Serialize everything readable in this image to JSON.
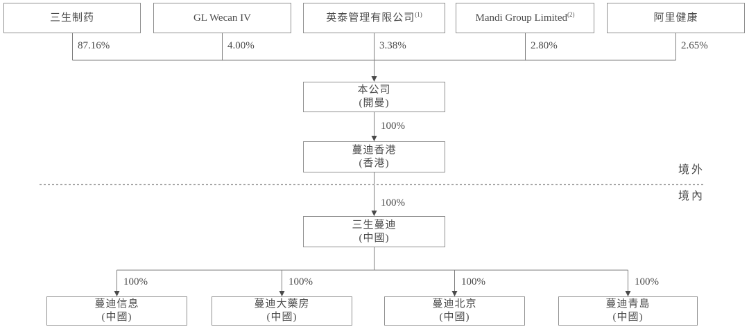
{
  "diagram": {
    "title": "shareholding-structure",
    "shareholders": [
      {
        "name": "三生制药",
        "footnote": "",
        "stake": "87.16%"
      },
      {
        "name": "GL Wecan IV",
        "footnote": "",
        "stake": "4.00%"
      },
      {
        "name": "英泰管理有限公司",
        "footnote": "(1)",
        "stake": "3.38%"
      },
      {
        "name": "Mandi Group Limited",
        "footnote": "(2)",
        "stake": "2.80%"
      },
      {
        "name": "阿里健康",
        "footnote": "",
        "stake": "2.65%"
      }
    ],
    "company": {
      "name": "本公司",
      "jurisdiction": "(開曼)"
    },
    "hk_subsidiary": {
      "name": "蔓迪香港",
      "jurisdiction": "(香港)",
      "stake_from_parent": "100%"
    },
    "prc_holdco": {
      "name": "三生蔓迪",
      "jurisdiction": "(中國)",
      "stake_from_parent": "100%"
    },
    "subsidiaries": [
      {
        "name": "蔓迪信息",
        "jurisdiction": "(中國)",
        "stake": "100%"
      },
      {
        "name": "蔓迪大藥房",
        "jurisdiction": "(中國)",
        "stake": "100%"
      },
      {
        "name": "蔓迪北京",
        "jurisdiction": "(中國)",
        "stake": "100%"
      },
      {
        "name": "蔓迪青島",
        "jurisdiction": "(中國)",
        "stake": "100%"
      }
    ],
    "region_labels": {
      "offshore": "境外",
      "onshore": "境內"
    },
    "colors": {
      "background": "#ffffff",
      "box_border": "#8f8f8f",
      "connector_line": "#7d7d7d",
      "arrowhead": "#4a4a4a",
      "dashed_divider": "#9b9b9b",
      "text": "#4a4a4a"
    }
  }
}
